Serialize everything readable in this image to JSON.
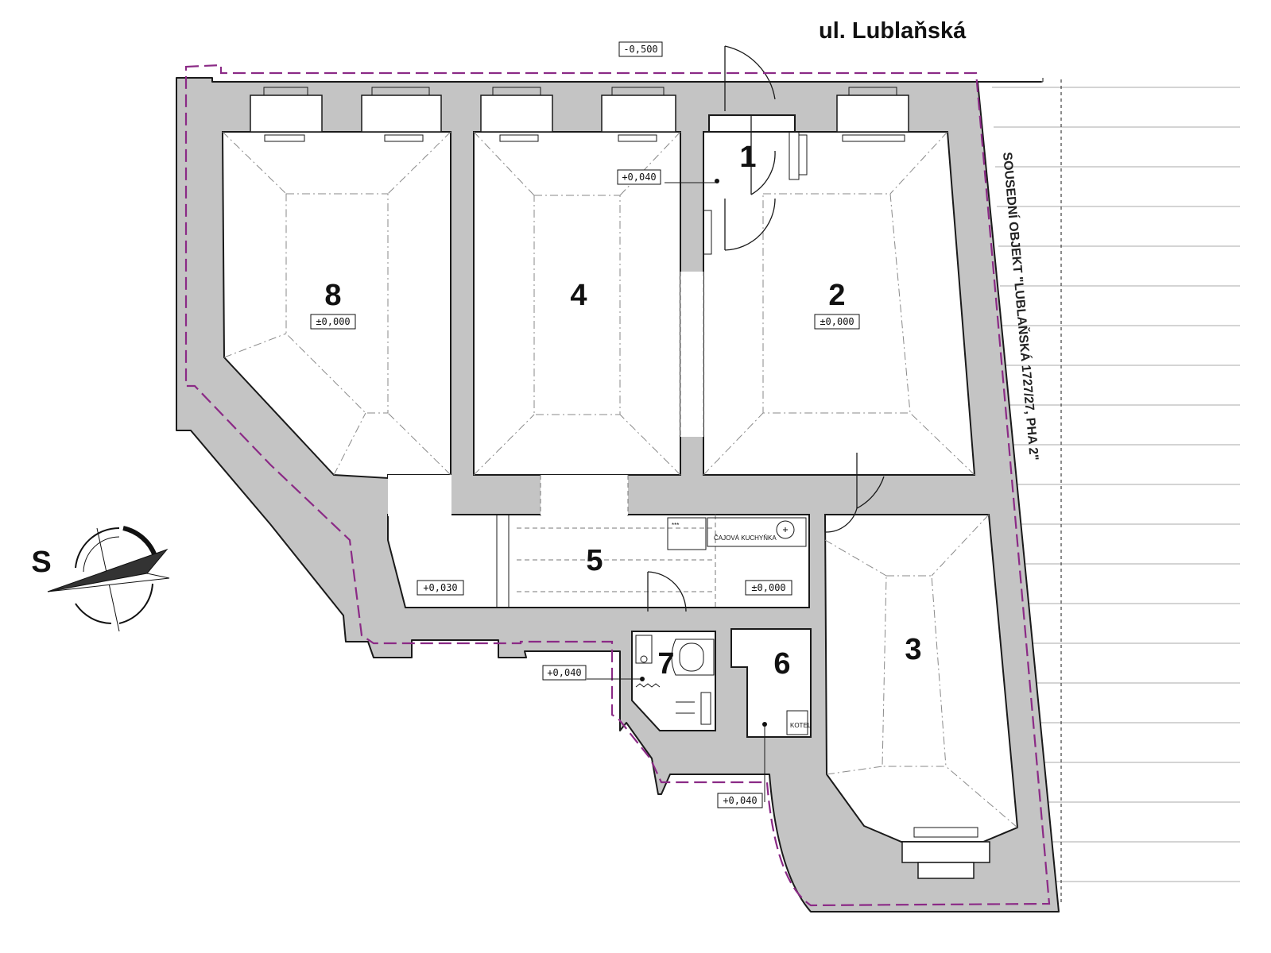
{
  "street_label": "ul. Lublaňská",
  "neighbour_label": "SOUSEDNÍ OBJEKT \"LUBLAŇSKÁ 1727/27, PHA 2\"",
  "compass_letter": "S",
  "rooms": {
    "r1": "1",
    "r2": "2",
    "r3": "3",
    "r4": "4",
    "r5": "5",
    "r6": "6",
    "r7": "7",
    "r8": "8"
  },
  "levels": {
    "street": "-0,500",
    "entrance": "+0,040",
    "r8": "±0,000",
    "r2": "±0,000",
    "r5_left": "+0,030",
    "r5_right": "±0,000",
    "r7": "+0,040",
    "r6": "+0,040"
  },
  "fixtures": {
    "kitchenette": "ČAJOVÁ KUCHYŇKA",
    "boiler": "KOTEL",
    "cooker": "***"
  },
  "colors": {
    "wall_fill": "#c4c4c4",
    "property_line": "#8b2a86"
  }
}
